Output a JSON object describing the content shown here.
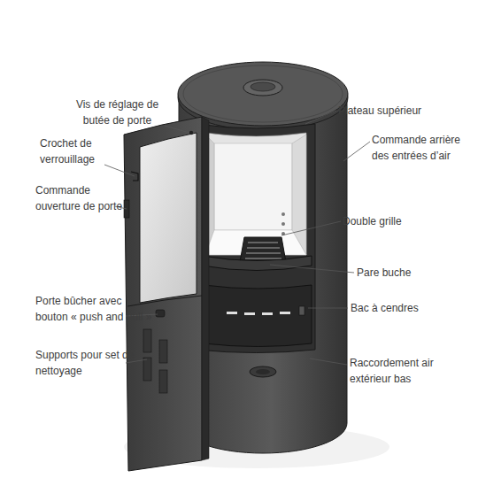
{
  "diagram": {
    "labels": [
      "Vis de réglage de butée de porte",
      "Crochet de verrouillage",
      "Commande ouverture de porte",
      "Porte bûcher avec bouton « push and pull »",
      "Supports pour set de nettoyage",
      "Plateau supérieur",
      "Commande arrière des entrées d’air",
      "Double grille",
      "Pare buche",
      "Bac à cendres",
      "Raccordement air extérieur bas"
    ]
  }
}
